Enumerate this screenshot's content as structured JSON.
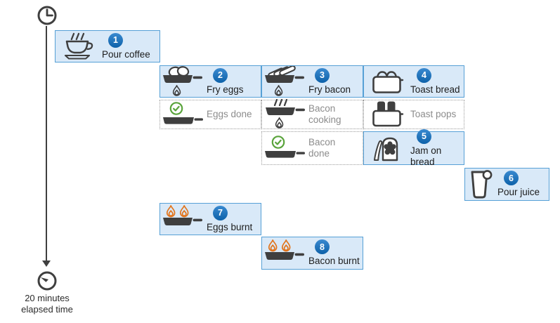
{
  "diagram": {
    "title_present": false,
    "timeline": {
      "start_icon": "clock-icon",
      "end_icon": "stopwatch-icon",
      "caption": "20 minutes\nelapsed time"
    },
    "steps": [
      {
        "num": "1",
        "label": "Pour coffee",
        "icon": "coffee-cup-icon"
      },
      {
        "num": "2",
        "label": "Fry eggs",
        "icon": "pan-eggs-flame-icon"
      },
      {
        "num": "3",
        "label": "Fry bacon",
        "icon": "pan-bacon-flame-icon"
      },
      {
        "num": "4",
        "label": "Toast bread",
        "icon": "toaster-icon"
      },
      {
        "num": "5",
        "label": "Jam on bread",
        "icon": "bread-jam-knife-icon"
      },
      {
        "num": "6",
        "label": "Pour juice",
        "icon": "juice-glass-icon"
      },
      {
        "num": "7",
        "label": "Eggs burnt",
        "icon": "burnt-pan-icon"
      },
      {
        "num": "8",
        "label": "Bacon burnt",
        "icon": "burnt-pan-icon"
      }
    ],
    "events": [
      {
        "label": "Eggs done",
        "icon": "check-pan-icon"
      },
      {
        "label": "Bacon\ncooking",
        "icon": "pan-steam-flame-icon"
      },
      {
        "label": "Bacon\ndone",
        "icon": "check-pan-icon"
      },
      {
        "label": "Toast pops",
        "icon": "toaster-toast-popped-icon"
      }
    ],
    "colors": {
      "box_fill": "#d9e9f8",
      "box_border": "#56a0d6",
      "badge_blue": "#1268b3",
      "icon_dark": "#3f3f3f",
      "flame_orange": "#e2751d",
      "check_green": "#5aa43c",
      "muted_text": "#8c8c8c",
      "dark_text": "#1c1c1c"
    }
  }
}
